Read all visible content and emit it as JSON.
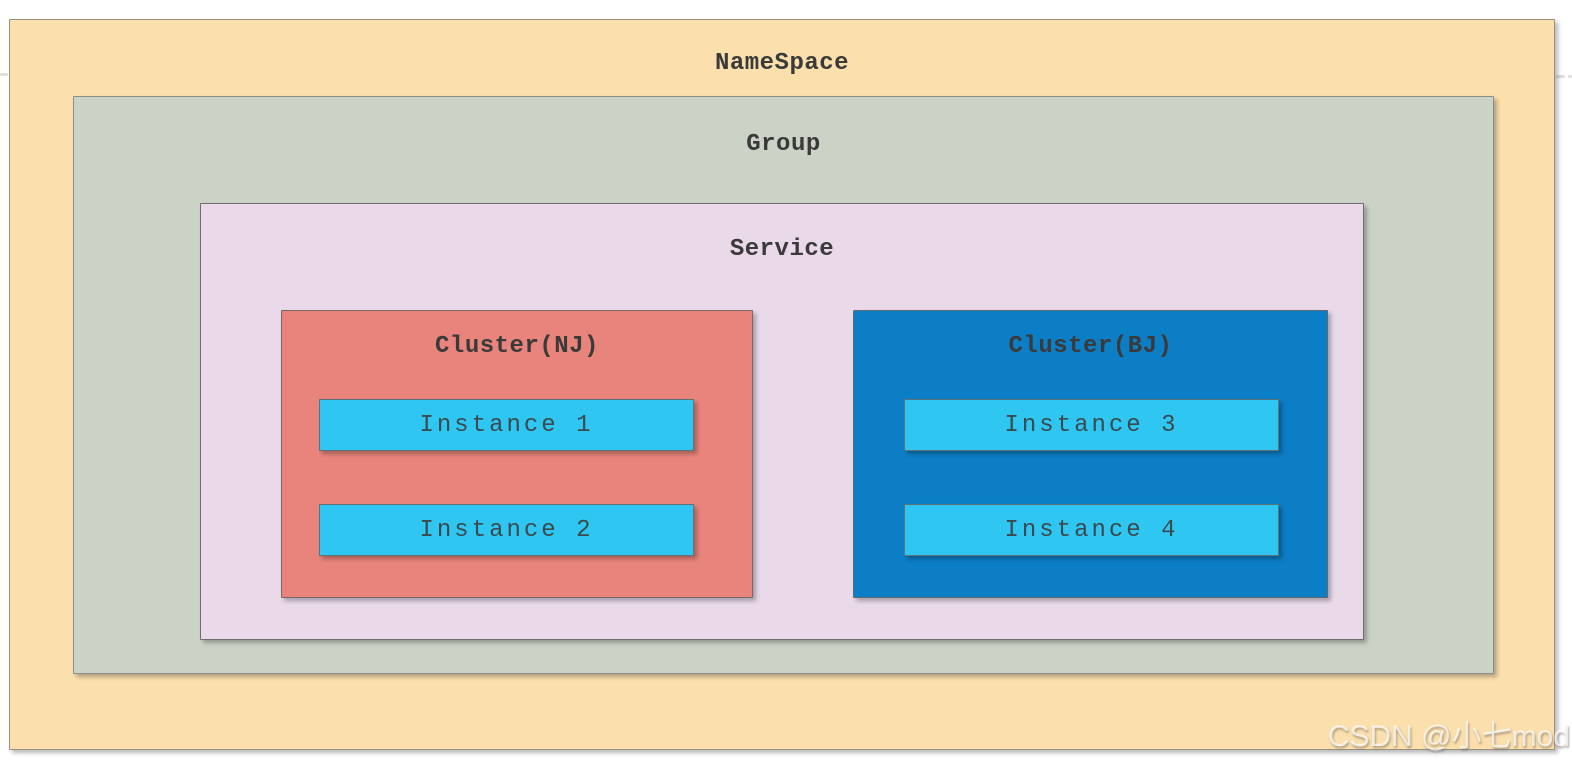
{
  "diagram": {
    "namespace": {
      "label": "NameSpace",
      "fill": "#fbdfac"
    },
    "group": {
      "label": "Group",
      "fill": "#cbd3c7"
    },
    "service": {
      "label": "Service",
      "fill": "#e9d9e9"
    },
    "clusters": [
      {
        "label": "Cluster(NJ)",
        "fill": "#e8847c",
        "instances": [
          {
            "label": "Instance 1"
          },
          {
            "label": "Instance 2"
          }
        ]
      },
      {
        "label": "Cluster(BJ)",
        "fill": "#0b7ec6",
        "instances": [
          {
            "label": "Instance 3"
          },
          {
            "label": "Instance 4"
          }
        ]
      }
    ],
    "instance_fill": "#2fc6f2",
    "text_color": "#3a3a3a"
  },
  "watermark": {
    "text": "CSDN @小七mod"
  }
}
